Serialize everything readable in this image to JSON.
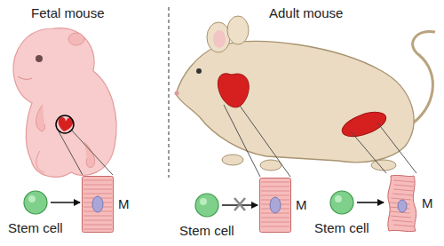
{
  "diagram": {
    "nodes": [
      {
        "text": [
          "Stem cell"
        ]
      },
      {
        "text": [
          "M"
        ]
      },
      {
        "text": [
          "Stem cell"
        ]
      },
      {
        "text": [
          "M"
        ]
      },
      {
        "text": [
          "Stem cell"
        ]
      },
      {
        "text": [
          "M"
        ]
      }
    ],
    "edges": [
      {
        "from": 0,
        "to": 1,
        "arrow": "to"
      },
      {
        "from": 2,
        "to": 3,
        "arrow": "to"
      },
      {
        "from": 4,
        "to": 5,
        "arrow": "to"
      }
    ],
    "labels": [
      "Fetal mouse",
      "Adult mouse"
    ]
  }
}
